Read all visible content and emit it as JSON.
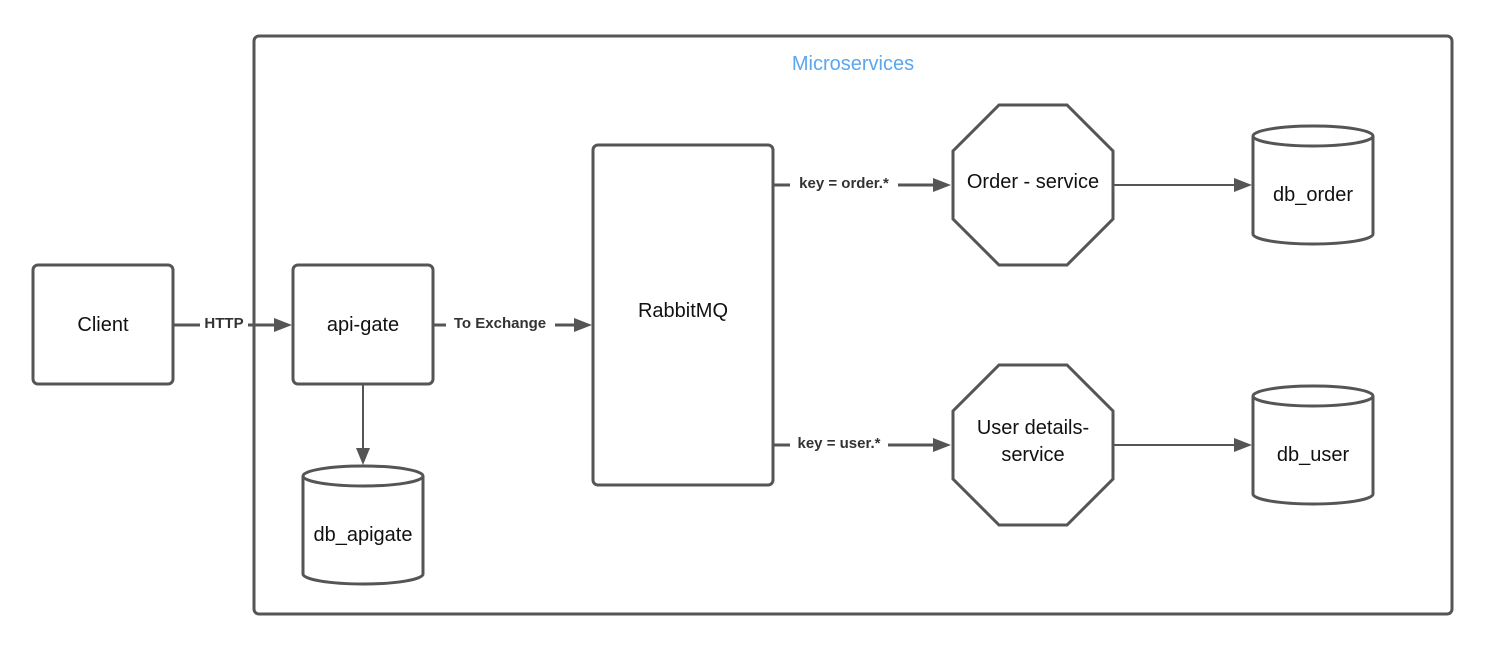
{
  "group": {
    "title": "Microservices"
  },
  "nodes": {
    "client": "Client",
    "api_gate": "api-gate",
    "db_apigate": "db_apigate",
    "rabbitmq": "RabbitMQ",
    "order_service": "Order - service",
    "user_service_line1": "User details-",
    "user_service_line2": "service",
    "db_order": "db_order",
    "db_user": "db_user"
  },
  "edges": {
    "client_to_api": "HTTP",
    "api_to_rabbit": "To Exchange",
    "rabbit_to_order": "key = order.*",
    "rabbit_to_user": "key = user.*"
  },
  "colors": {
    "stroke": "#555555",
    "group_title": "#5aa7f0"
  }
}
